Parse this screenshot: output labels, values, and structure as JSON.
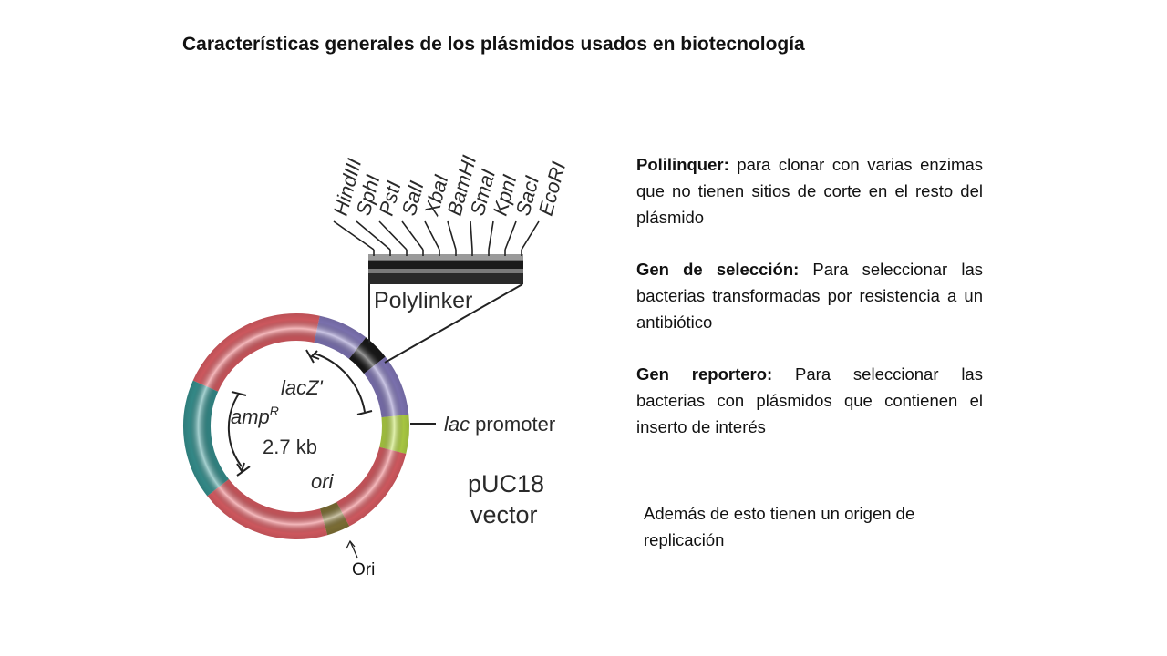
{
  "slide": {
    "title": "Características generales de los plásmidos usados en biotecnología"
  },
  "diagram": {
    "restriction_sites": [
      "HindIII",
      "SphI",
      "PstI",
      "SalI",
      "XbaI",
      "BamHI",
      "SmaI",
      "KpnI",
      "SacI",
      "EcoRI"
    ],
    "polylinker_label": "Polylinker",
    "lacz_label": "lacZ'",
    "ampr_label_main": "amp",
    "ampr_label_sup": "R",
    "size_label": "2.7 kb",
    "ori_inner_label": "ori",
    "lac_label_italic": "lac",
    "lac_label_rest": "promoter",
    "vector_name": "pUC18",
    "vector_word": "vector",
    "ori_pointer_label": "Ori",
    "colors": {
      "backbone_red": "#e8636a",
      "lacz_purple": "#8a7fc4",
      "mcs_black": "#1a1a1a",
      "promoter_green": "#bde04a",
      "ampr_teal": "#3a9a98",
      "ori_brown": "#8a7a3a"
    }
  },
  "descriptions": [
    {
      "term": "Polilinquer:",
      "text": " para clonar con varias enzimas que no tienen sitios de corte en el resto del plásmido"
    },
    {
      "term": "Gen de selección:",
      "text": " Para seleccionar las bacterias transformadas por resistencia a un antibiótico"
    },
    {
      "term": "Gen reportero:",
      "text": " Para seleccionar las bacterias con plásmidos que contienen el inserto de interés"
    }
  ],
  "note": "Además de esto tienen un origen de replicación"
}
